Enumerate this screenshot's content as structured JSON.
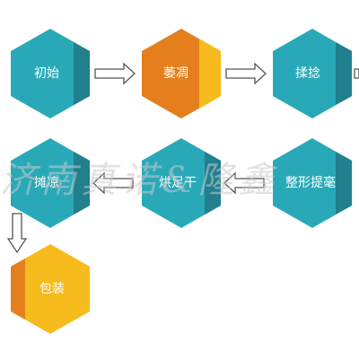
{
  "steps": [
    {
      "label": "初始",
      "color": "teal"
    },
    {
      "label": "萎凋",
      "color": "orange"
    },
    {
      "label": "揉捻",
      "color": "teal"
    },
    {
      "label": "整形提毫",
      "color": "teal"
    },
    {
      "label": "烘足干",
      "color": "teal"
    },
    {
      "label": "摊凉",
      "color": "teal"
    },
    {
      "label": "包装",
      "color": "yellow"
    }
  ],
  "colors": {
    "teal": "#29a9b8",
    "teal_shade": "#217f8e",
    "orange": "#e57f1e",
    "yellow": "#f6bb1c",
    "arrow": "#555555"
  },
  "watermark": "济南真诺&隆鑫"
}
